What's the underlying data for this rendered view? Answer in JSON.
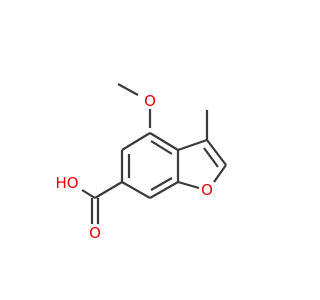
{
  "molecule": {
    "atoms": {
      "o_methoxy": {
        "label": "O",
        "color": "#e8000b"
      },
      "o_furan": {
        "label": "O",
        "color": "#e8000b"
      },
      "o_hydroxyl": {
        "label": "HO",
        "color": "#e8000b"
      },
      "o_carbonyl": {
        "label": "O",
        "color": "#e8000b"
      }
    },
    "bond_color": "#3a3a3a",
    "background": "#ffffff"
  }
}
